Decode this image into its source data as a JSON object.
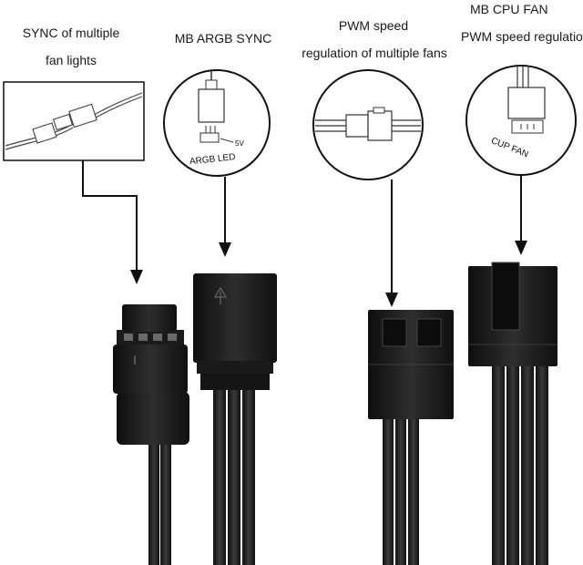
{
  "labels": {
    "sync_line1": "SYNC of multiple",
    "sync_line2": "fan lights",
    "argb": "MB ARGB SYNC",
    "pwm_line1": "PWM speed",
    "pwm_line2": "regulation of multiple fans",
    "cpu_line1": "MB CPU FAN",
    "cpu_line2": "PWM speed regulatio"
  },
  "insets": {
    "argb_pin_label": "5V",
    "argb_caption": "ARGB LED",
    "cpu_caption": "CUP FAN"
  },
  "colors": {
    "connector": "#1f1f1f",
    "cable": "#2a2a2a",
    "line": "#111111",
    "background": "#ffffff"
  }
}
